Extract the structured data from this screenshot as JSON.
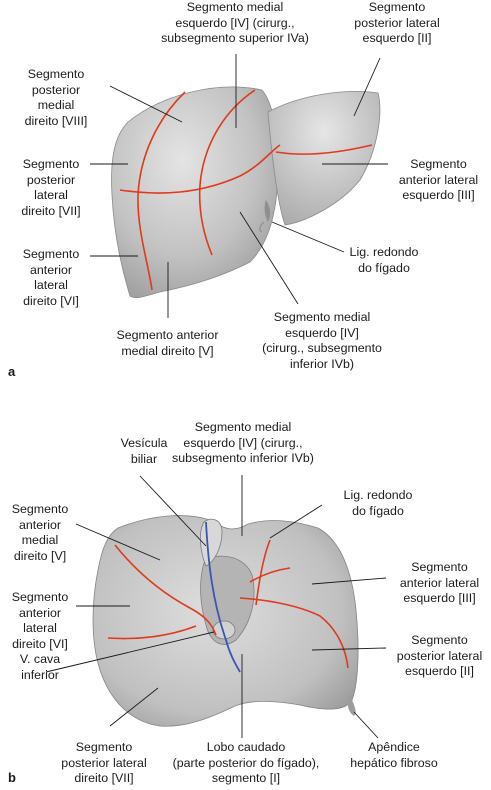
{
  "panel_a": {
    "letter": "a",
    "labels": {
      "seg_iva": "Segmento medial\nesquerdo [IV] (cirurg.,\nsubsegmento superior IVa)",
      "seg_ii": "Segmento\nposterior lateral\nesquerdo [II]",
      "seg_viii": "Segmento\nposterior\nmedial\ndireito [VIII]",
      "seg_vii": "Segmento\nposterior\nlateral\ndireito [VII]",
      "seg_iii": "Segmento\nanterior lateral\nesquerdo [III]",
      "lig": "Lig. redondo\ndo fígado",
      "seg_vi": "Segmento\nanterior\nlateral\ndireito [VI]",
      "seg_v": "Segmento anterior\nmedial direito [V]",
      "seg_ivb": "Segmento medial\nesquerdo [IV]\n(cirurg., subsegmento\ninferior IVb)"
    }
  },
  "panel_b": {
    "letter": "b",
    "labels": {
      "seg_ivb": "Segmento medial\nesquerdo [IV] (cirurg.,\nsubsegmento inferior IVb)",
      "vesicula": "Vesícula\nbiliar",
      "lig": "Lig. redondo\ndo fígado",
      "seg_v": "Segmento\nanterior\nmedial\ndireito [V]",
      "seg_iii": "Segmento\nanterior lateral\nesquerdo [III]",
      "seg_vi": "Segmento\nanterior\nlateral\ndireito [VI]",
      "seg_ii": "Segmento\nposterior lateral\nesquerdo [II]",
      "cava": "V. cava\ninferior",
      "seg_vii": "Segmento\nposterior lateral\ndireito [VII]",
      "caudado": "Lobo caudado\n(parte posterior do fígado),\nsegmento [I]",
      "apendice": "Apêndice\nhepático fibroso"
    }
  },
  "colors": {
    "liver_fill": "#c4c4c4",
    "liver_shade": "#9e9e9e",
    "segment_line": "#e0391b",
    "duct_line": "#3b55b5",
    "leader": "#1a1a1a"
  }
}
